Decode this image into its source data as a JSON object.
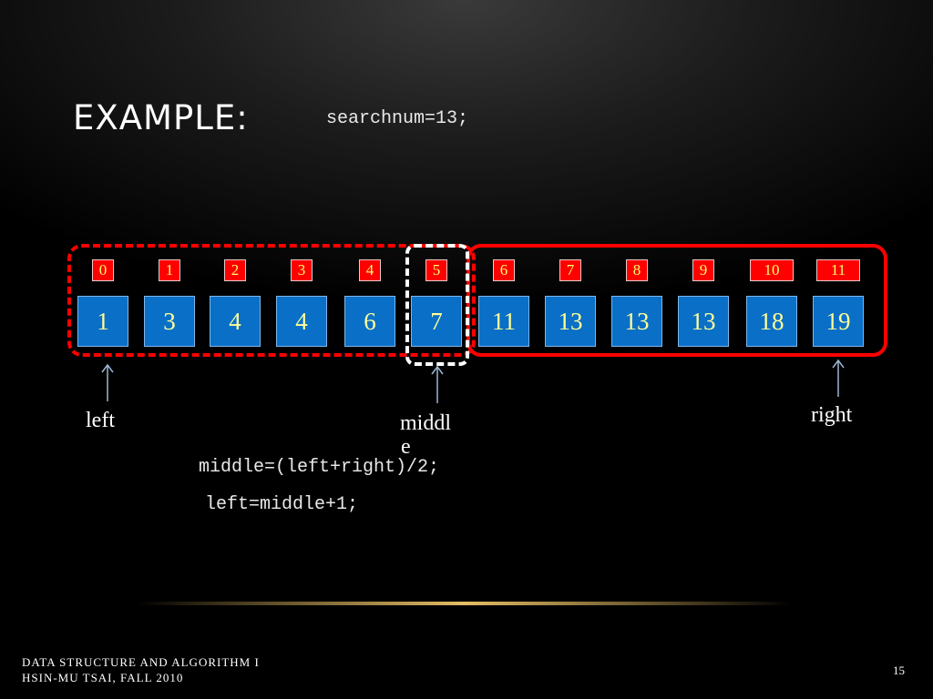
{
  "slide": {
    "title": "EXAMPLE:",
    "search_code": "searchnum=13;",
    "code_line1": "middle=(left+right)/2;",
    "code_line2": "left=middle+1;",
    "footer_line1": "DATA STRUCTURE AND ALGORITHM I",
    "footer_line2": "HSIN-MU TSAI, FALL 2010",
    "page_number": "15"
  },
  "array": {
    "indices": [
      "0",
      "1",
      "2",
      "3",
      "4",
      "5",
      "6",
      "7",
      "8",
      "9",
      "10",
      "11"
    ],
    "values": [
      "1",
      "3",
      "4",
      "4",
      "6",
      "7",
      "11",
      "13",
      "13",
      "13",
      "18",
      "19"
    ]
  },
  "pointers": {
    "left": "left",
    "middle_line1": "middl",
    "middle_line2": "e",
    "right": "right"
  },
  "colors": {
    "index_bg": "#ff0000",
    "index_text": "#ffff66",
    "cell_bg": "#0a6fc7",
    "cell_text": "#ffff99",
    "highlight_border": "#ff0000",
    "middle_border": "#ffffff"
  }
}
